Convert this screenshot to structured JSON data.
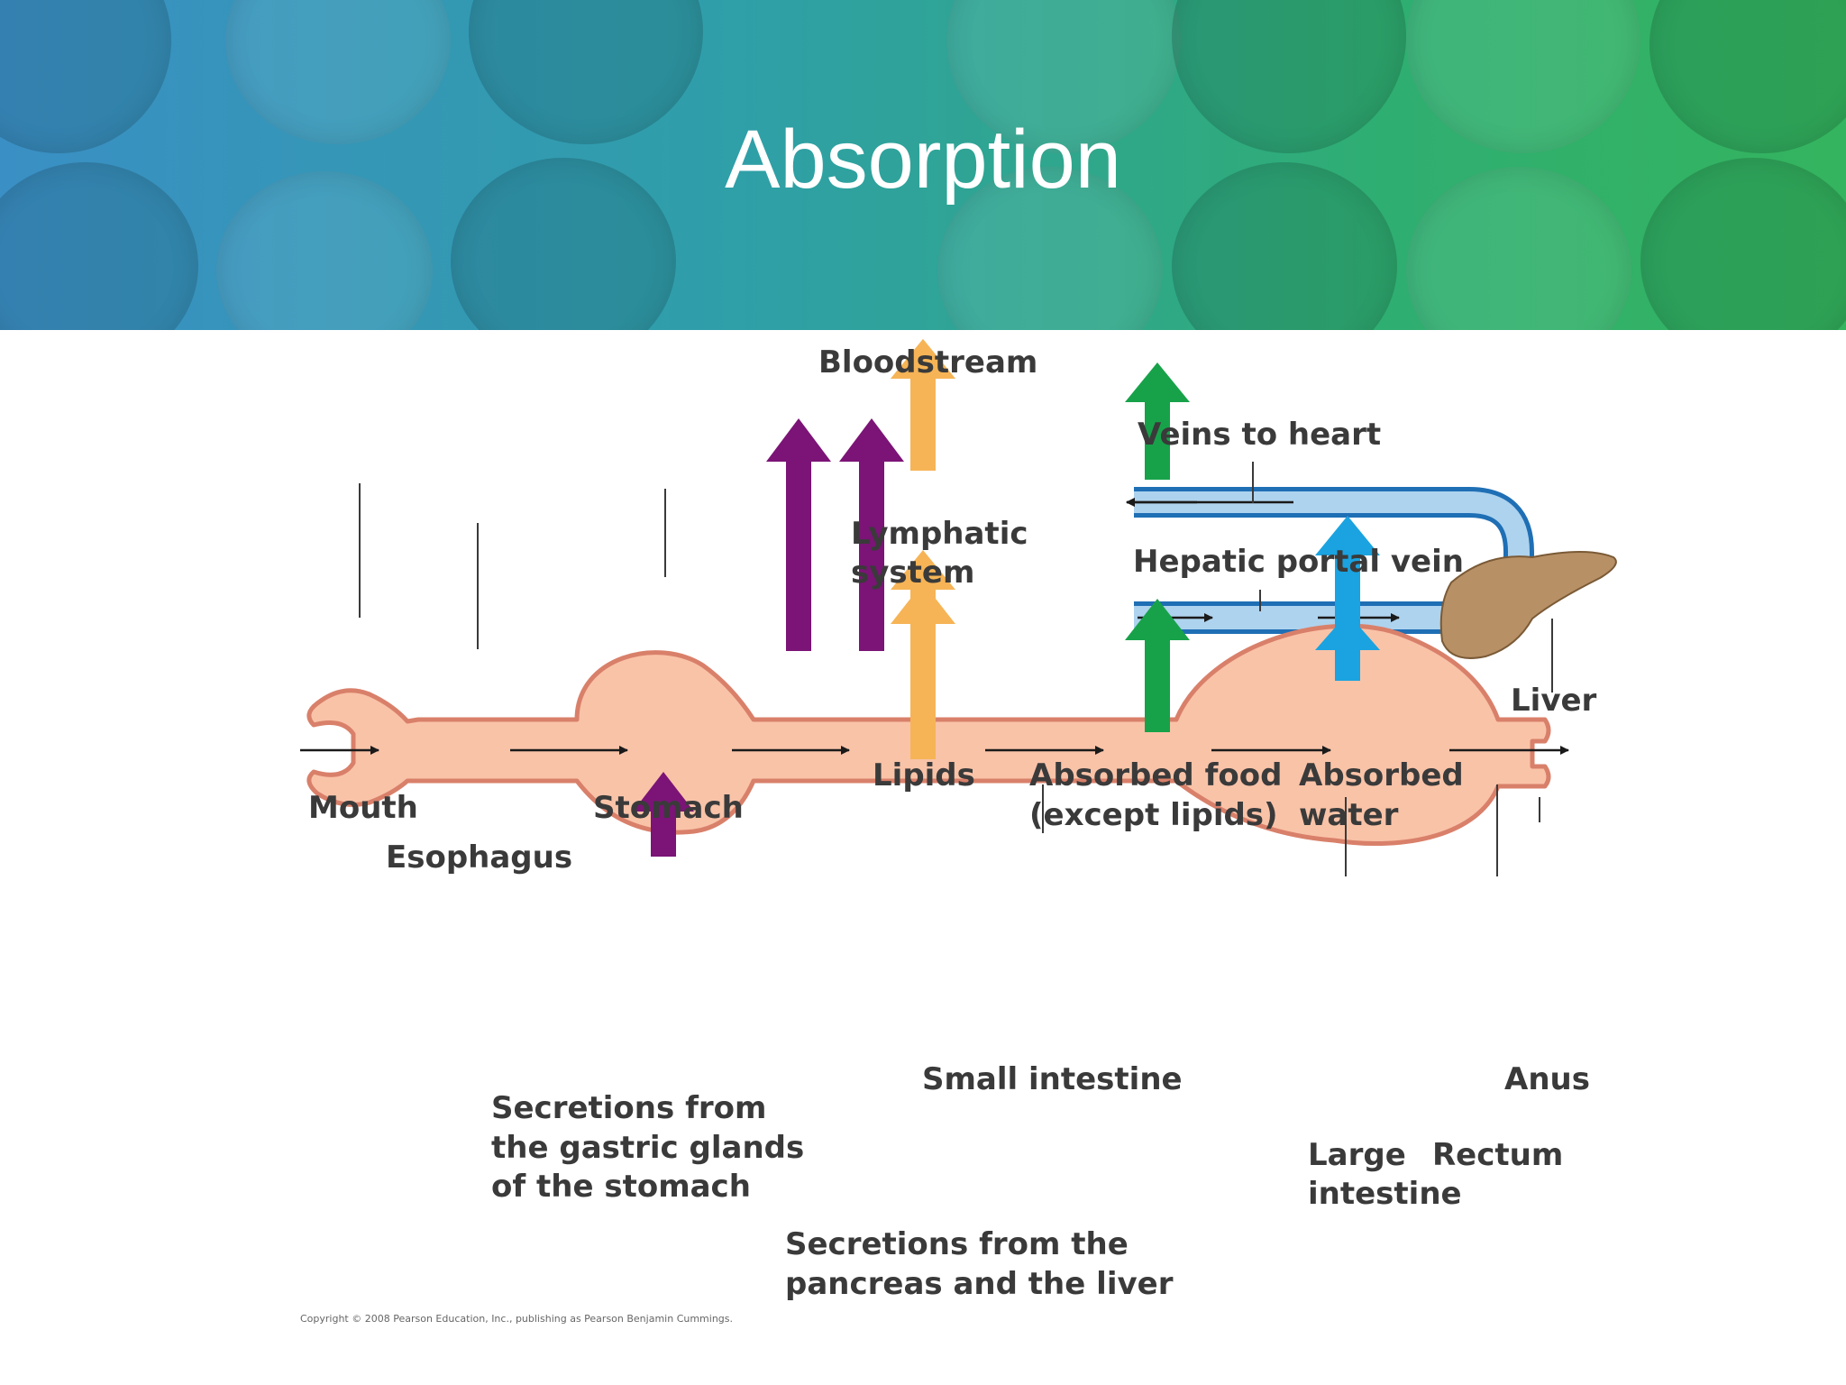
{
  "slide": {
    "title": "Absorption"
  },
  "labels": {
    "bloodstream": "Bloodstream",
    "veins_to_heart": "Veins to heart",
    "lymphatic_1": "Lymphatic",
    "lymphatic_2": "system",
    "hepatic_portal_vein": "Hepatic portal vein",
    "liver": "Liver",
    "lipids": "Lipids",
    "absorbed_food_1": "Absorbed food",
    "absorbed_food_2": "(except lipids)",
    "absorbed_water_1": "Absorbed",
    "absorbed_water_2": "water",
    "mouth": "Mouth",
    "esophagus": "Esophagus",
    "stomach": "Stomach",
    "small_intestine": "Small intestine",
    "anus": "Anus",
    "gastric_1": "Secretions from",
    "gastric_2": "the gastric glands",
    "gastric_3": "of the stomach",
    "large_intestine_1": "Large",
    "large_intestine_2": "intestine",
    "rectum": "Rectum",
    "pancreas_1": "Secretions from the",
    "pancreas_2": "pancreas and the liver"
  },
  "copyright": "Copyright © 2008 Pearson Education, Inc., publishing as Pearson Benjamin Cummings.",
  "colors": {
    "tract_fill": "#f9c3a8",
    "tract_outline": "#d9806a",
    "lipid_arrow": "#f6b456",
    "food_arrow": "#17a24a",
    "water_arrow": "#1aa3e0",
    "secretion_arrow": "#7b1476",
    "vein_fill": "#aed3ee",
    "vein_outline": "#1f6fb5",
    "liver": "#b89066"
  }
}
